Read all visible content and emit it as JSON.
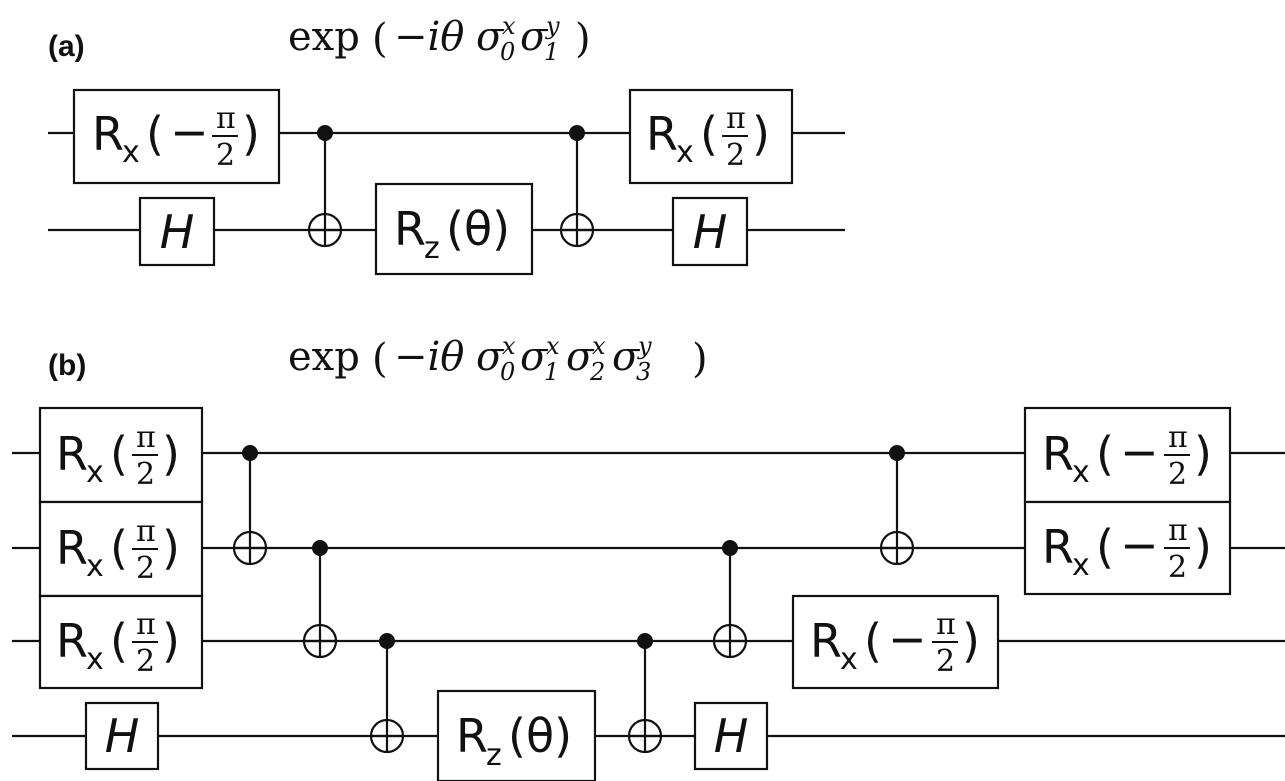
{
  "panels": {
    "a": {
      "label": "(a)",
      "formula": {
        "func": "exp",
        "open": "(",
        "close": ")",
        "body_prefix": "−iθ",
        "factors": [
          {
            "sym": "σ",
            "sub": "0",
            "sup": "x"
          },
          {
            "sym": "σ",
            "sub": "1",
            "sup": "y"
          }
        ]
      },
      "gates": {
        "rx_neg": {
          "main": "R",
          "sub": "x",
          "open": "(",
          "minus": "−",
          "num": "π",
          "den": "2",
          "close": ")"
        },
        "rx_pos": {
          "main": "R",
          "sub": "x",
          "open": "(",
          "num": "π",
          "den": "2",
          "close": ")"
        },
        "h": "H",
        "rz": {
          "main": "R",
          "sub": "z",
          "arg": "(θ)"
        }
      }
    },
    "b": {
      "label": "(b)",
      "formula": {
        "func": "exp",
        "open": "(",
        "close": ")",
        "body_prefix": "−iθ",
        "factors": [
          {
            "sym": "σ",
            "sub": "0",
            "sup": "x"
          },
          {
            "sym": "σ",
            "sub": "1",
            "sup": "x"
          },
          {
            "sym": "σ",
            "sub": "2",
            "sup": "x"
          },
          {
            "sym": "σ",
            "sub": "3",
            "sup": "y"
          }
        ]
      },
      "gates": {
        "rx_pos": {
          "main": "R",
          "sub": "x",
          "open": "(",
          "num": "π",
          "den": "2",
          "close": ")"
        },
        "rx_neg": {
          "main": "R",
          "sub": "x",
          "open": "(",
          "minus": "−",
          "num": "π",
          "den": "2",
          "close": ")"
        },
        "h": "H",
        "rz": {
          "main": "R",
          "sub": "z",
          "arg": "(θ)"
        }
      }
    }
  }
}
